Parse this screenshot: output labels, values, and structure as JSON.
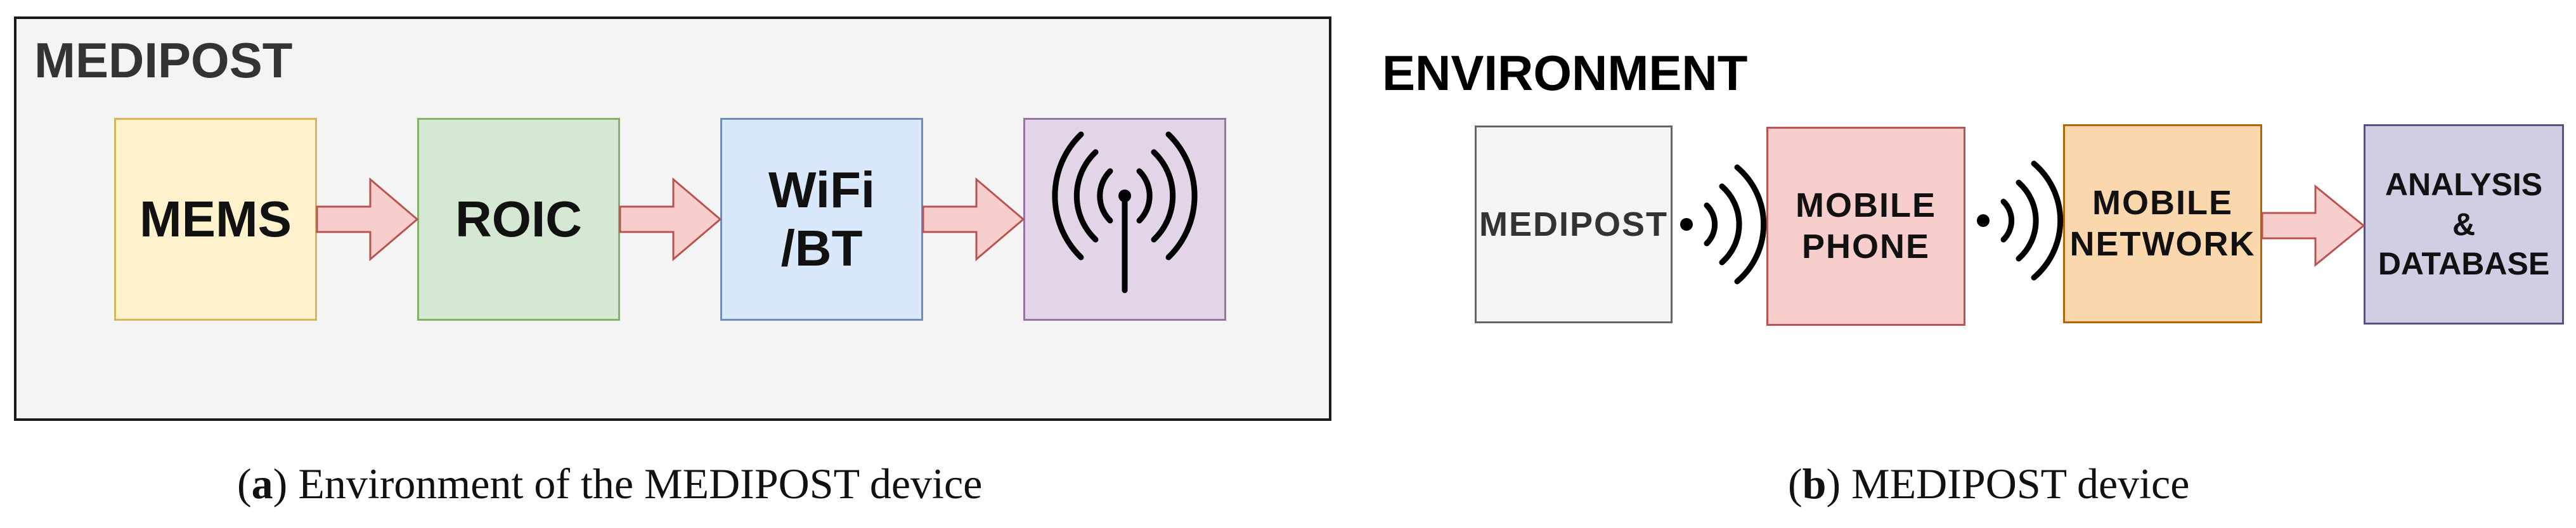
{
  "left_panel": {
    "title": "MEDIPOST",
    "blocks": [
      {
        "label": "MEMS",
        "fill": "#fff2cc",
        "stroke": "#d6b656"
      },
      {
        "label": "ROIC",
        "fill": "#d5e8d4",
        "stroke": "#82b366"
      },
      {
        "label_line1": "WiFi",
        "label_line2": "/BT",
        "fill": "#dae8fc",
        "stroke": "#6c8ebf"
      },
      {
        "icon": "antenna-icon",
        "fill": "#e1d5e7",
        "stroke": "#9673a6"
      }
    ],
    "arrow_fill": "#f8cecc",
    "arrow_stroke": "#b85450"
  },
  "right_panel": {
    "title": "ENVIRONMENT",
    "blocks": [
      {
        "label": "MEDIPOST",
        "fill": "#f5f5f5",
        "stroke": "#666666"
      },
      {
        "label_line1": "MOBILE",
        "label_line2": "PHONE",
        "fill": "#f8cecc",
        "stroke": "#b85450"
      },
      {
        "label_line1": "MOBILE",
        "label_line2": "NETWORK",
        "fill": "#fad7ac",
        "stroke": "#b46504"
      },
      {
        "label_line1": "ANALYSIS",
        "label_line2": "&",
        "label_line3": "DATABASE",
        "fill": "#d0cee2",
        "stroke": "#56517e"
      }
    ],
    "wireless_icon": "wireless-signal-icon"
  },
  "captions": {
    "left": {
      "letter": "a",
      "text": "Environment of the MEDIPOST device"
    },
    "right": {
      "letter": "b",
      "text": "MEDIPOST device"
    }
  }
}
